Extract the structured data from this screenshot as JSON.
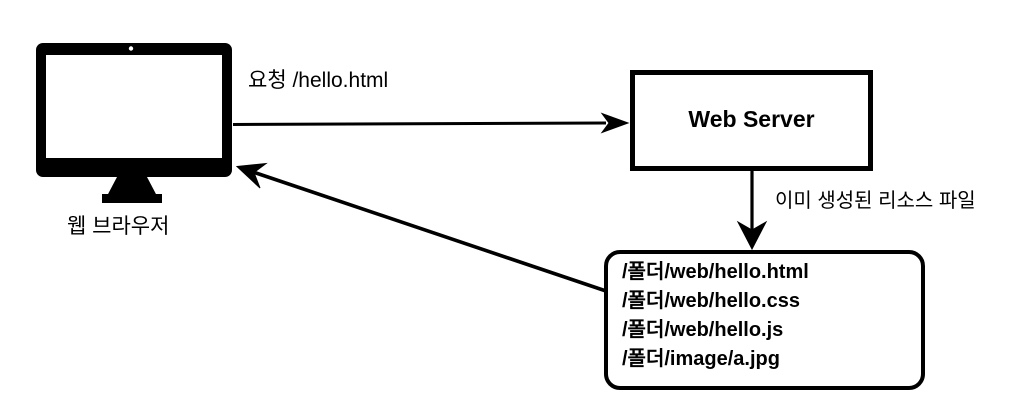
{
  "diagram": {
    "title": "Web browser requesting a static resource from a web server",
    "background_color": "#ffffff",
    "stroke_color": "#000000",
    "nodes": {
      "browser": {
        "icon": "desktop-monitor-icon",
        "label": "웹 브라우저"
      },
      "web_server": {
        "label": "Web Server",
        "shape": "rectangle"
      },
      "resource_files": {
        "shape": "rounded-rectangle",
        "files": [
          "/폴더/web/hello.html",
          "/폴더/web/hello.css",
          "/폴더/web/hello.js",
          "/폴더/image/a.jpg"
        ]
      }
    },
    "edges": {
      "request": {
        "label": "요청 /hello.html",
        "from": "browser",
        "to": "web_server",
        "direction": "right"
      },
      "lookup": {
        "label": "이미 생성된 리소스 파일",
        "from": "web_server",
        "to": "resource_files",
        "direction": "down"
      },
      "response": {
        "label": "",
        "from": "resource_files",
        "to": "browser",
        "direction": "up-left"
      }
    }
  }
}
